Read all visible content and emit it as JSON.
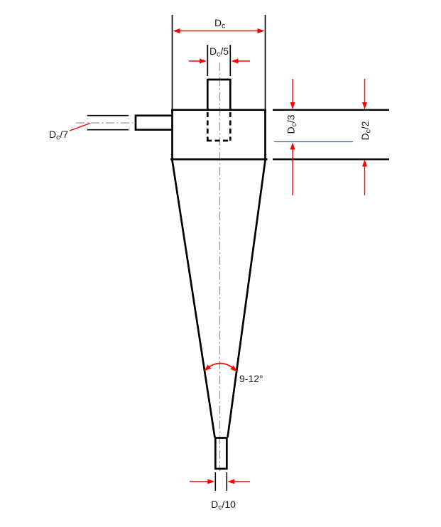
{
  "title": "Cyclone separator dimension schematic",
  "colors": {
    "outline": "#000000",
    "dimension": "#ff0000",
    "reference_line": "#4a72b0",
    "centerline": "#999999",
    "background": "#ffffff"
  },
  "labels": {
    "body_diameter": {
      "base": "D",
      "sub": "c",
      "suffix": ""
    },
    "vortex_finder_diameter": {
      "base": "D",
      "sub": "c",
      "suffix": "/5"
    },
    "inlet_diameter": {
      "base": "D",
      "sub": "c",
      "suffix": "/7"
    },
    "vortex_finder_depth": {
      "base": "D",
      "sub": "c",
      "suffix": "/3"
    },
    "body_section_height": {
      "base": "D",
      "sub": "c",
      "suffix": "/2"
    },
    "dust_outlet_diameter": {
      "base": "D",
      "sub": "c",
      "suffix": "/10"
    },
    "cone_angle": "9-12°"
  }
}
